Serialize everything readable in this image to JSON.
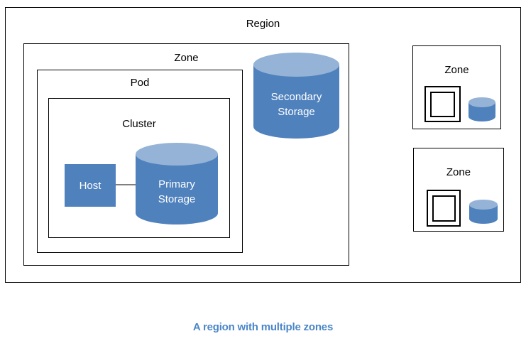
{
  "diagram": {
    "caption": "A region with multiple zones",
    "colors": {
      "shape_fill": "#4F81BD",
      "shape_top_highlight": "#95B3D7",
      "border": "#000000",
      "connector": "#808080",
      "caption_text": "#4A86C8",
      "label_text": "#000000",
      "shape_text": "#FFFFFF"
    },
    "region": {
      "label": "Region",
      "zone": {
        "label": "Zone",
        "pod": {
          "label": "Pod",
          "cluster": {
            "label": "Cluster",
            "host": {
              "label": "Host"
            },
            "primary_storage": {
              "label_line1": "Primary",
              "label_line2": "Storage"
            }
          }
        },
        "secondary_storage": {
          "label_line1": "Secondary",
          "label_line2": "Storage"
        }
      },
      "other_zones": [
        {
          "label": "Zone",
          "host_icon": "host-square-icon",
          "storage_icon": "cylinder-storage-icon"
        },
        {
          "label": "Zone",
          "host_icon": "host-square-icon",
          "storage_icon": "cylinder-storage-icon"
        }
      ]
    }
  }
}
